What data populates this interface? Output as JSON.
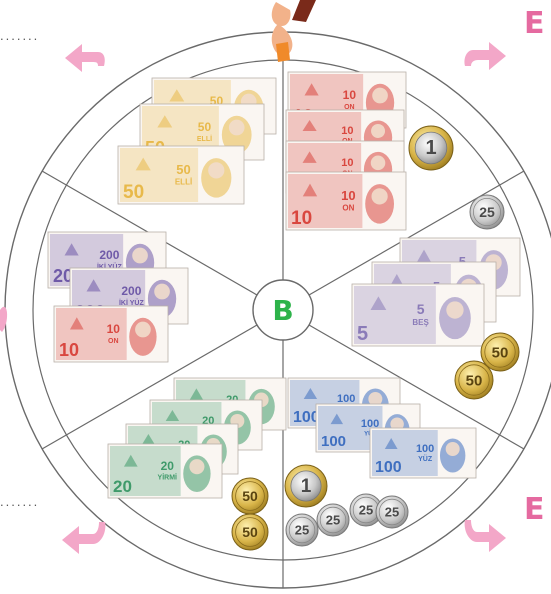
{
  "corner_letters": {
    "top_right": "E",
    "bottom_right": "E"
  },
  "center_button": {
    "label": "B",
    "color": "#2db34a"
  },
  "colors": {
    "wheel_stroke": "#6a6a6a",
    "arrow": "#f3a7c8",
    "note_200": "#6f5aa8",
    "note_50": "#e8b94a",
    "note_10": "#d9473f",
    "note_5": "#8a7bb8",
    "note_20": "#3f9a6a",
    "note_100": "#3f6fc0",
    "coin_gold": "#c8a23a",
    "coin_silver": "#b9b9b9"
  },
  "sectors": [
    {
      "id": "top-left",
      "notes": [
        {
          "value": "50",
          "words": "ELLİ"
        },
        {
          "value": "50",
          "words": "ELLİ"
        },
        {
          "value": "50",
          "words": "ELLİ"
        }
      ],
      "coins": []
    },
    {
      "id": "top-right",
      "notes": [
        {
          "value": "10",
          "words": "ON"
        },
        {
          "value": "10",
          "words": "ON"
        },
        {
          "value": "10",
          "words": "ON"
        },
        {
          "value": "10",
          "words": "ON"
        }
      ],
      "coins": [
        "1"
      ]
    },
    {
      "id": "right",
      "notes": [
        {
          "value": "5",
          "words": "BEŞ"
        },
        {
          "value": "5",
          "words": "BEŞ"
        },
        {
          "value": "5",
          "words": "BEŞ"
        }
      ],
      "coins": [
        "25",
        "50",
        "50"
      ]
    },
    {
      "id": "bottom-right",
      "notes": [
        {
          "value": "100",
          "words": "YÜZ"
        },
        {
          "value": "100",
          "words": "YÜZ"
        },
        {
          "value": "100",
          "words": "YÜZ"
        }
      ],
      "coins": [
        "1",
        "25",
        "25",
        "25",
        "25"
      ]
    },
    {
      "id": "bottom-left",
      "notes": [
        {
          "value": "20",
          "words": "YİRMİ"
        },
        {
          "value": "20",
          "words": "YİRMİ"
        },
        {
          "value": "20",
          "words": "YİRMİ"
        },
        {
          "value": "20",
          "words": "YİRMİ"
        }
      ],
      "coins": [
        "50",
        "50"
      ]
    },
    {
      "id": "left",
      "notes": [
        {
          "value": "200",
          "words": "İKİ YÜZ"
        },
        {
          "value": "200",
          "words": "İKİ YÜZ"
        },
        {
          "value": "10",
          "words": "ON"
        }
      ],
      "coins": []
    }
  ]
}
